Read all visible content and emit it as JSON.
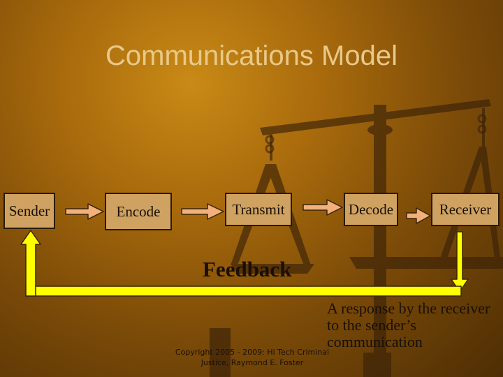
{
  "title": "Communications Model",
  "steps": [
    {
      "label": "Sender"
    },
    {
      "label": "Encode"
    },
    {
      "label": "Transmit"
    },
    {
      "label": "Decode"
    },
    {
      "label": "Receiver"
    }
  ],
  "feedback": {
    "label": "Feedback",
    "description": "A response by the receiver to the sender’s communication"
  },
  "copyright": "Copyright 2005 - 2009: Hi Tech Criminal Justice, Raymond E. Foster",
  "colors": {
    "background": "#a86a0c",
    "box_fill": "#cfa262",
    "arrow_fill": "#f2b07a",
    "feedback_line": "#ffff00",
    "title": "#e8c98a"
  }
}
